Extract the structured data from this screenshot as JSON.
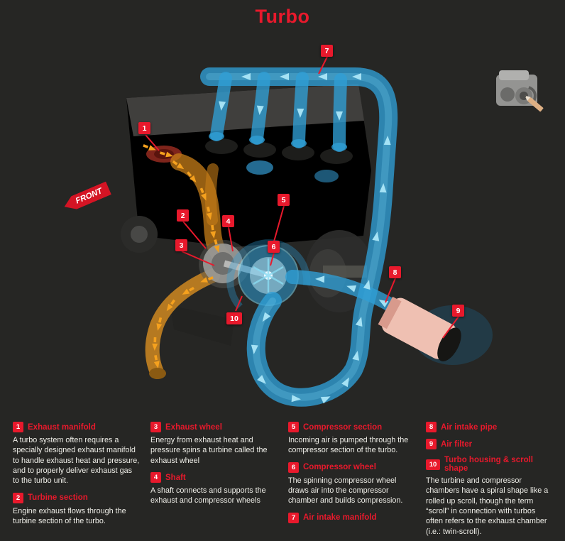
{
  "title": "Turbo",
  "front_label": "FRONT",
  "colors": {
    "background": "#262624",
    "accent_red": "#e8192c",
    "pipe_blue": "#2f9fd6",
    "arrow_blue": "#a5e2f5",
    "exhaust_orange": "#f5a11e",
    "filter_pink": "#efc0b2",
    "text": "#efeee8"
  },
  "badges": [
    {
      "n": "1"
    },
    {
      "n": "2"
    },
    {
      "n": "3"
    },
    {
      "n": "4"
    },
    {
      "n": "5"
    },
    {
      "n": "6"
    },
    {
      "n": "7"
    },
    {
      "n": "8"
    },
    {
      "n": "9"
    },
    {
      "n": "10"
    }
  ],
  "legend": {
    "columns": [
      {
        "items": [
          {
            "n": "1",
            "title": "Exhaust manifold",
            "body": "A turbo system often requires a specially designed exhaust manifold to handle exhaust heat and pressure, and to properly deliver exhaust gas to the turbo unit."
          },
          {
            "n": "2",
            "title": "Turbine section",
            "body": "Engine exhaust flows through the turbine section of the turbo."
          }
        ]
      },
      {
        "items": [
          {
            "n": "3",
            "title": "Exhaust wheel",
            "body": "Energy from exhaust heat and pressure spins a turbine called the exhaust wheel"
          },
          {
            "n": "4",
            "title": "Shaft",
            "body": "A shaft connects and supports the exhaust and compressor wheels"
          }
        ]
      },
      {
        "items": [
          {
            "n": "5",
            "title": "Compressor section",
            "body": "Incoming air is pumped through the compressor section of the turbo."
          },
          {
            "n": "6",
            "title": "Compressor wheel",
            "body": "The spinning compressor wheel draws air into the compressor chamber and builds compression."
          },
          {
            "n": "7",
            "title": "Air intake manifold",
            "body": ""
          }
        ]
      },
      {
        "items": [
          {
            "n": "8",
            "title": "Air intake pipe",
            "body": ""
          },
          {
            "n": "9",
            "title": "Air filter",
            "body": ""
          },
          {
            "n": "10",
            "title": "Turbo housing & scroll shape",
            "body": "The turbine and compressor chambers have a spiral shape like a rolled up scroll, though the term “scroll” in connection with turbos often refers to the exhaust chamber (i.e.: twin-scroll)."
          }
        ]
      }
    ]
  }
}
